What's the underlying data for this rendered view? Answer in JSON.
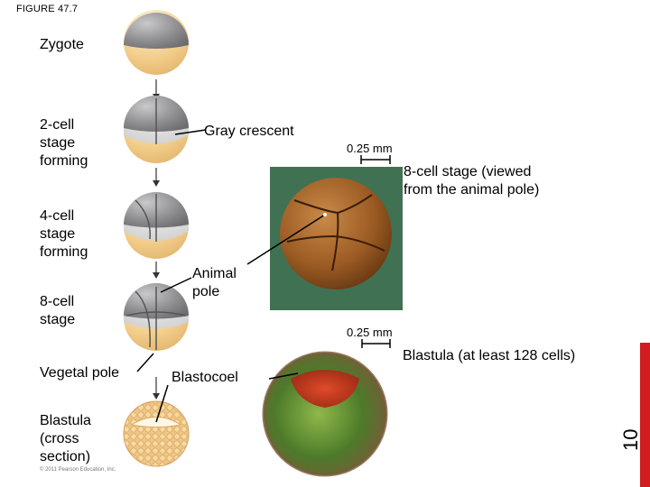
{
  "figure_label": "FIGURE 47.7",
  "stages": [
    {
      "label": "Zygote"
    },
    {
      "label": "2-cell\nstage\nforming"
    },
    {
      "label": "4-cell\nstage\nforming"
    },
    {
      "label": "8-cell\nstage"
    },
    {
      "label": "Vegetal pole"
    },
    {
      "label": "Blastula\n(cross\nsection)"
    }
  ],
  "callouts": {
    "gray_crescent": "Gray crescent",
    "animal_pole": "Animal\npole",
    "blastocoel": "Blastocoel"
  },
  "photos": {
    "eight_cell": {
      "scale": "0.25 mm",
      "caption": "8-cell stage (viewed\nfrom the animal pole)"
    },
    "blastula": {
      "scale": "0.25 mm",
      "caption": "Blastula (at least 128 cells)"
    }
  },
  "copyright": "© 2011 Pearson Education, Inc.",
  "page_number": "10",
  "colors": {
    "animal_hemisphere": "#8f8f91",
    "vegetal_hemisphere": "#f3ce8c",
    "gray_crescent": "#dcdcdc",
    "embryo_photo": "#9a5a22",
    "accent_bar": "#d21c20"
  }
}
